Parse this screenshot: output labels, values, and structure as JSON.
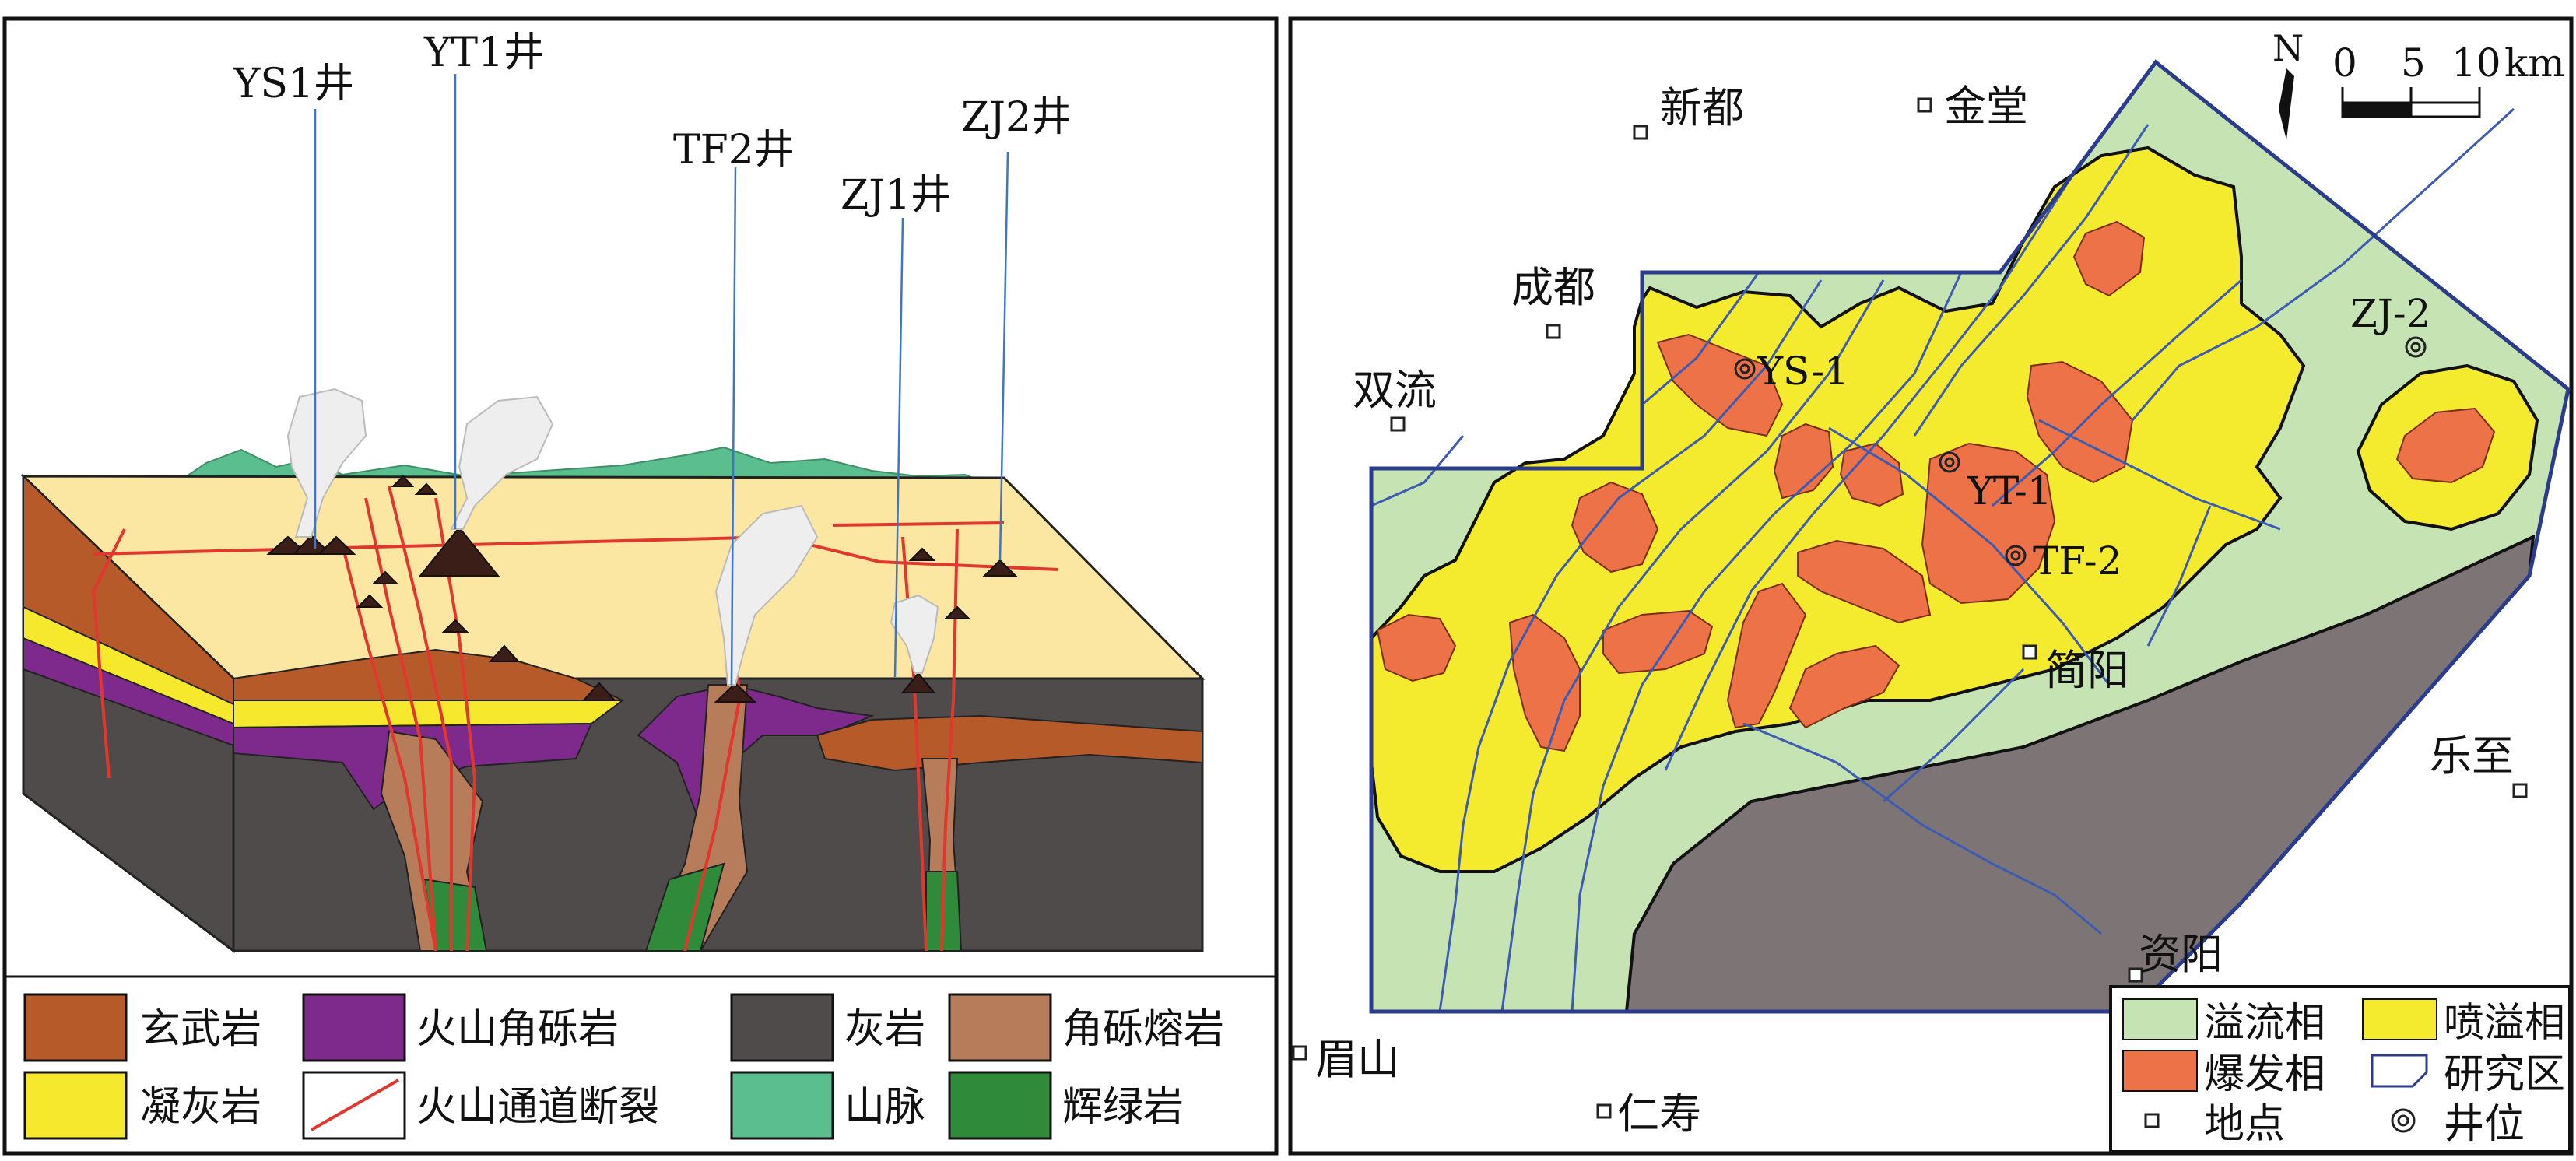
{
  "colors": {
    "basalt": "#B75A2A",
    "tuff": "#F6E82C",
    "volcanic_breccia": "#7E2A8C",
    "fault": "#E0382E",
    "limestone": "#4E4B4A",
    "mountain": "#5BBE8E",
    "breccia_lava": "#B77C5A",
    "diabase": "#2F8A3A",
    "surface": "#FBE7A1",
    "overflow_facies": "#C6E3B4",
    "effusive_facies": "#F4EA2E",
    "explosive_facies": "#EE7247",
    "limestone_area": "#7D7575",
    "study_boundary": "#2B3C8E",
    "isoline": "#3D5BB0"
  },
  "block_diagram": {
    "wells": [
      {
        "label": "YS1井"
      },
      {
        "label": "YT1井"
      },
      {
        "label": "TF2井"
      },
      {
        "label": "ZJ1井"
      },
      {
        "label": "ZJ2井"
      }
    ],
    "legend": [
      {
        "label": "玄武岩",
        "swatch": "basalt"
      },
      {
        "label": "火山角砾岩",
        "swatch": "volcanic_breccia"
      },
      {
        "label": "灰岩",
        "swatch": "limestone"
      },
      {
        "label": "角砾熔岩",
        "swatch": "breccia_lava"
      },
      {
        "label": "凝灰岩",
        "swatch": "tuff"
      },
      {
        "label": "火山通道断裂",
        "swatch": "fault-line"
      },
      {
        "label": "山脉",
        "swatch": "mountain"
      },
      {
        "label": "辉绿岩",
        "swatch": "diabase"
      }
    ]
  },
  "map": {
    "north_label": "N",
    "scale_labels": [
      "0",
      "5",
      "10",
      "km"
    ],
    "places": [
      {
        "label": "新都"
      },
      {
        "label": "金堂"
      },
      {
        "label": "成都"
      },
      {
        "label": "双流"
      },
      {
        "label": "简阳"
      },
      {
        "label": "乐至"
      },
      {
        "label": "资阳"
      },
      {
        "label": "眉山"
      },
      {
        "label": "仁寿"
      }
    ],
    "wells": [
      {
        "label": "YS-1"
      },
      {
        "label": "YT-1"
      },
      {
        "label": "TF-2"
      },
      {
        "label": "ZJ-2"
      }
    ],
    "legend": [
      {
        "label": "溢流相",
        "swatch": "overflow"
      },
      {
        "label": "喷溢相",
        "swatch": "effusive"
      },
      {
        "label": "爆发相",
        "swatch": "explosive"
      },
      {
        "label": "研究区",
        "swatch": "study-area"
      },
      {
        "label": "地点",
        "swatch": "place"
      },
      {
        "label": "井位",
        "swatch": "well"
      }
    ]
  }
}
